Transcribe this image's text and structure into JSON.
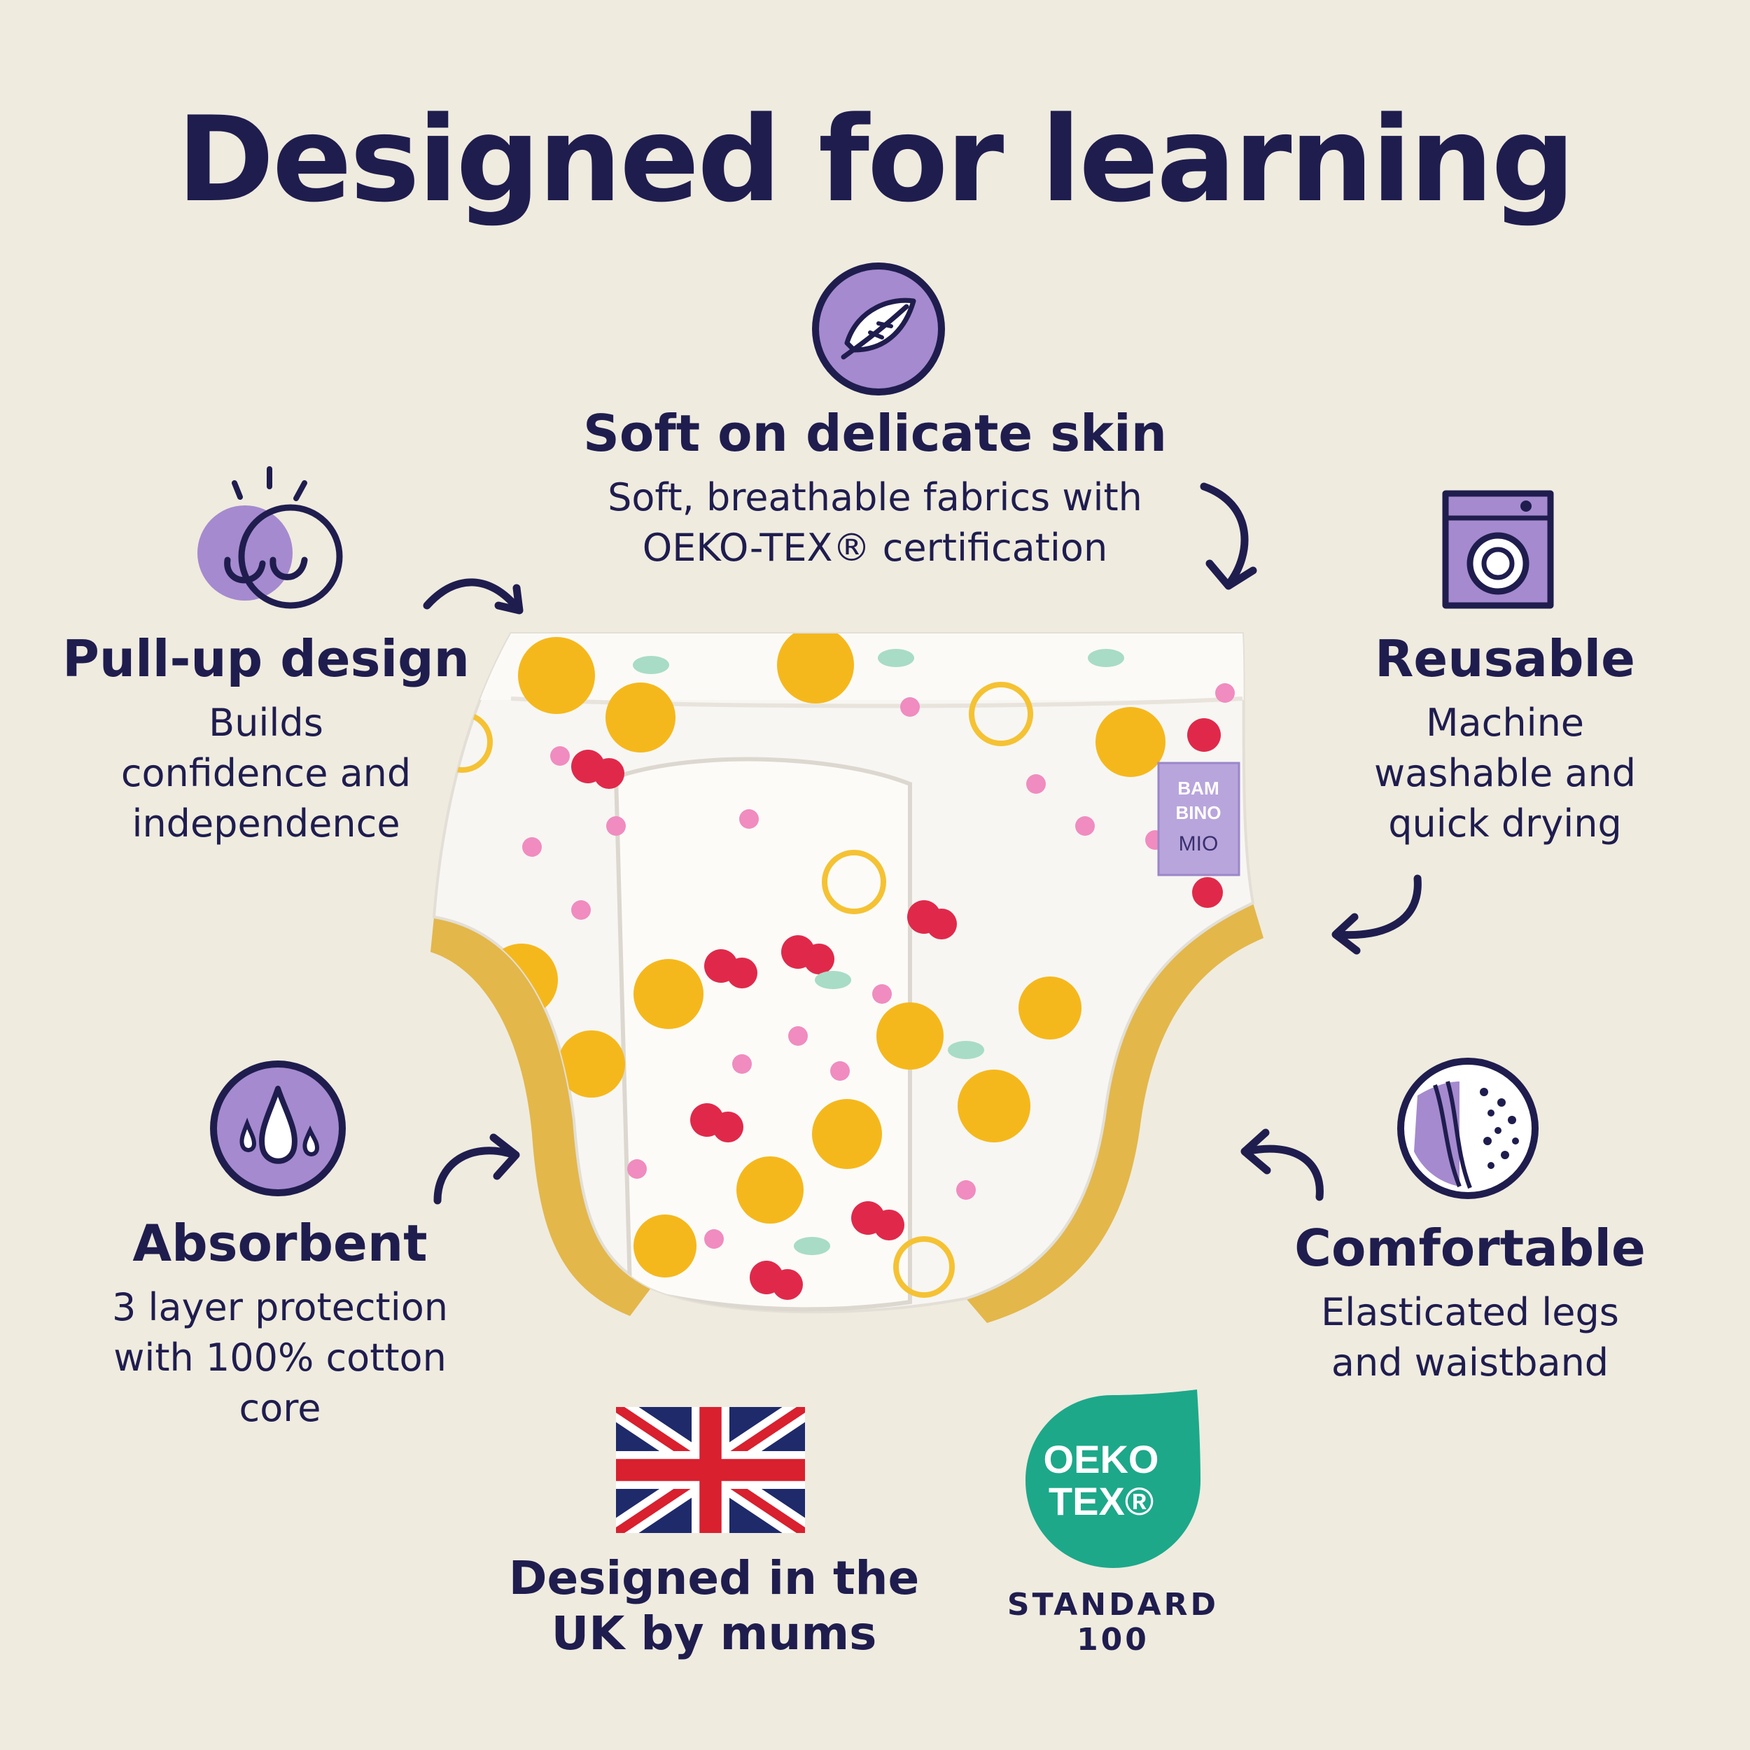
{
  "headline": "Designed for learning",
  "features": {
    "soft": {
      "title": "Soft on delicate skin",
      "description": "Soft, breathable fabrics with\nOEKO-TEX® certification",
      "icon": "feather-icon"
    },
    "pullup": {
      "title": "Pull-up design",
      "description": "Builds\nconfidence and\nindependence",
      "icon": "pull-up-rings-icon"
    },
    "reusable": {
      "title": "Reusable",
      "description": "Machine\nwashable and\nquick drying",
      "icon": "washing-machine-icon"
    },
    "absorbent": {
      "title": "Absorbent",
      "description": "3 layer protection\nwith 100% cotton\ncore",
      "icon": "water-drops-icon"
    },
    "comfortable": {
      "title": "Comfortable",
      "description": "Elasticated legs\nand waistband",
      "icon": "fabric-layers-icon"
    }
  },
  "product": {
    "label_line1": "BAM",
    "label_line2": "BINO",
    "label_line3": "MIO",
    "image": "training-pants-illustration"
  },
  "uk": {
    "text": "Designed in the\nUK by mums",
    "icon": "union-jack-flag-icon"
  },
  "certification": {
    "badge_text": "OEKO\nTEX®",
    "label_line1": "STANDARD",
    "label_line2": "100",
    "badge_color": "#1DA88A"
  },
  "colors": {
    "navy": "#1F1D4E",
    "lavender": "#A58ACF",
    "background": "#EFEBDF",
    "mustard": "#E3B74A"
  }
}
